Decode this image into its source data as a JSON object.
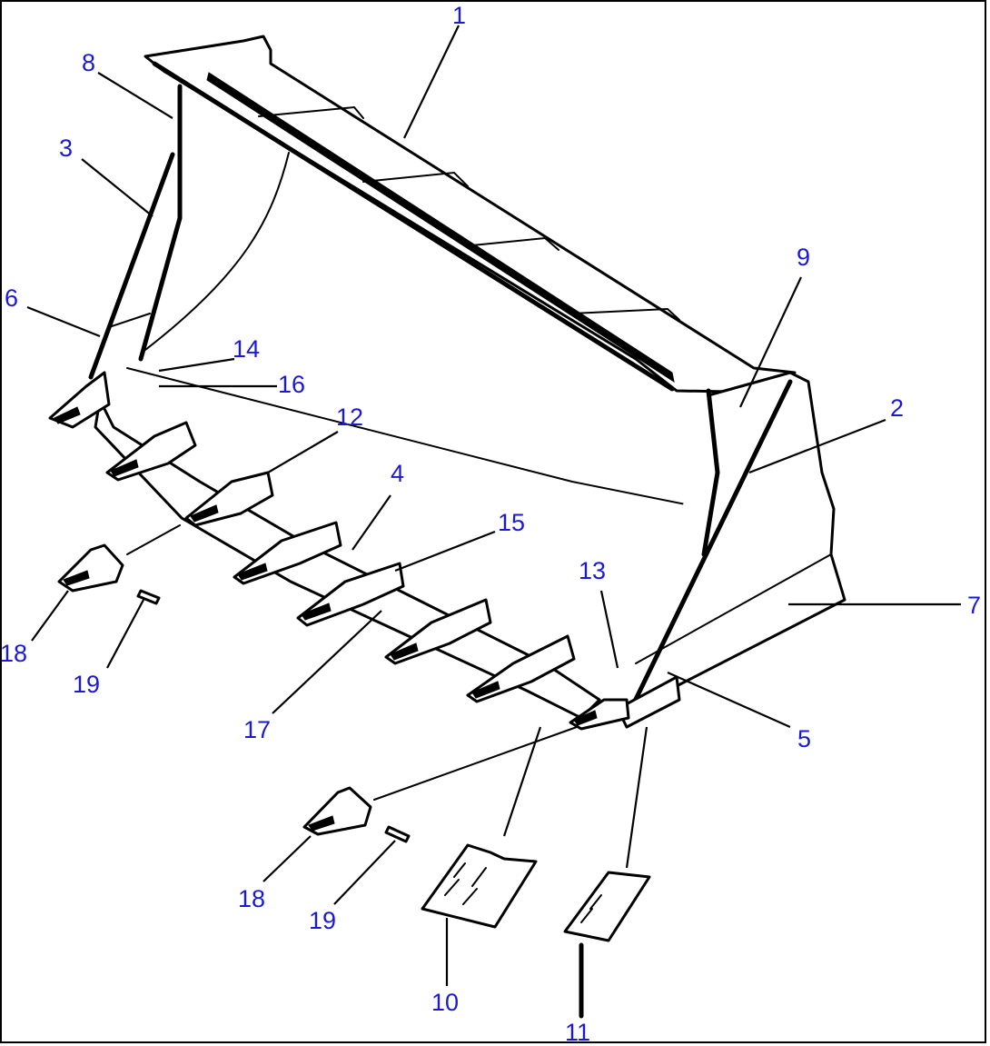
{
  "callouts": {
    "c1": "1",
    "c2": "2",
    "c3": "3",
    "c4": "4",
    "c5": "5",
    "c6": "6",
    "c7": "7",
    "c8": "8",
    "c9": "9",
    "c10": "10",
    "c11": "11",
    "c12": "12",
    "c13": "13",
    "c14": "14",
    "c15": "15",
    "c16": "16",
    "c17": "17",
    "c18a": "18",
    "c18b": "18",
    "c19a": "19",
    "c19b": "19"
  },
  "colors": {
    "callout": "#1a1ad6",
    "line": "#000000",
    "background": "#ffffff",
    "frame": "#000000"
  }
}
